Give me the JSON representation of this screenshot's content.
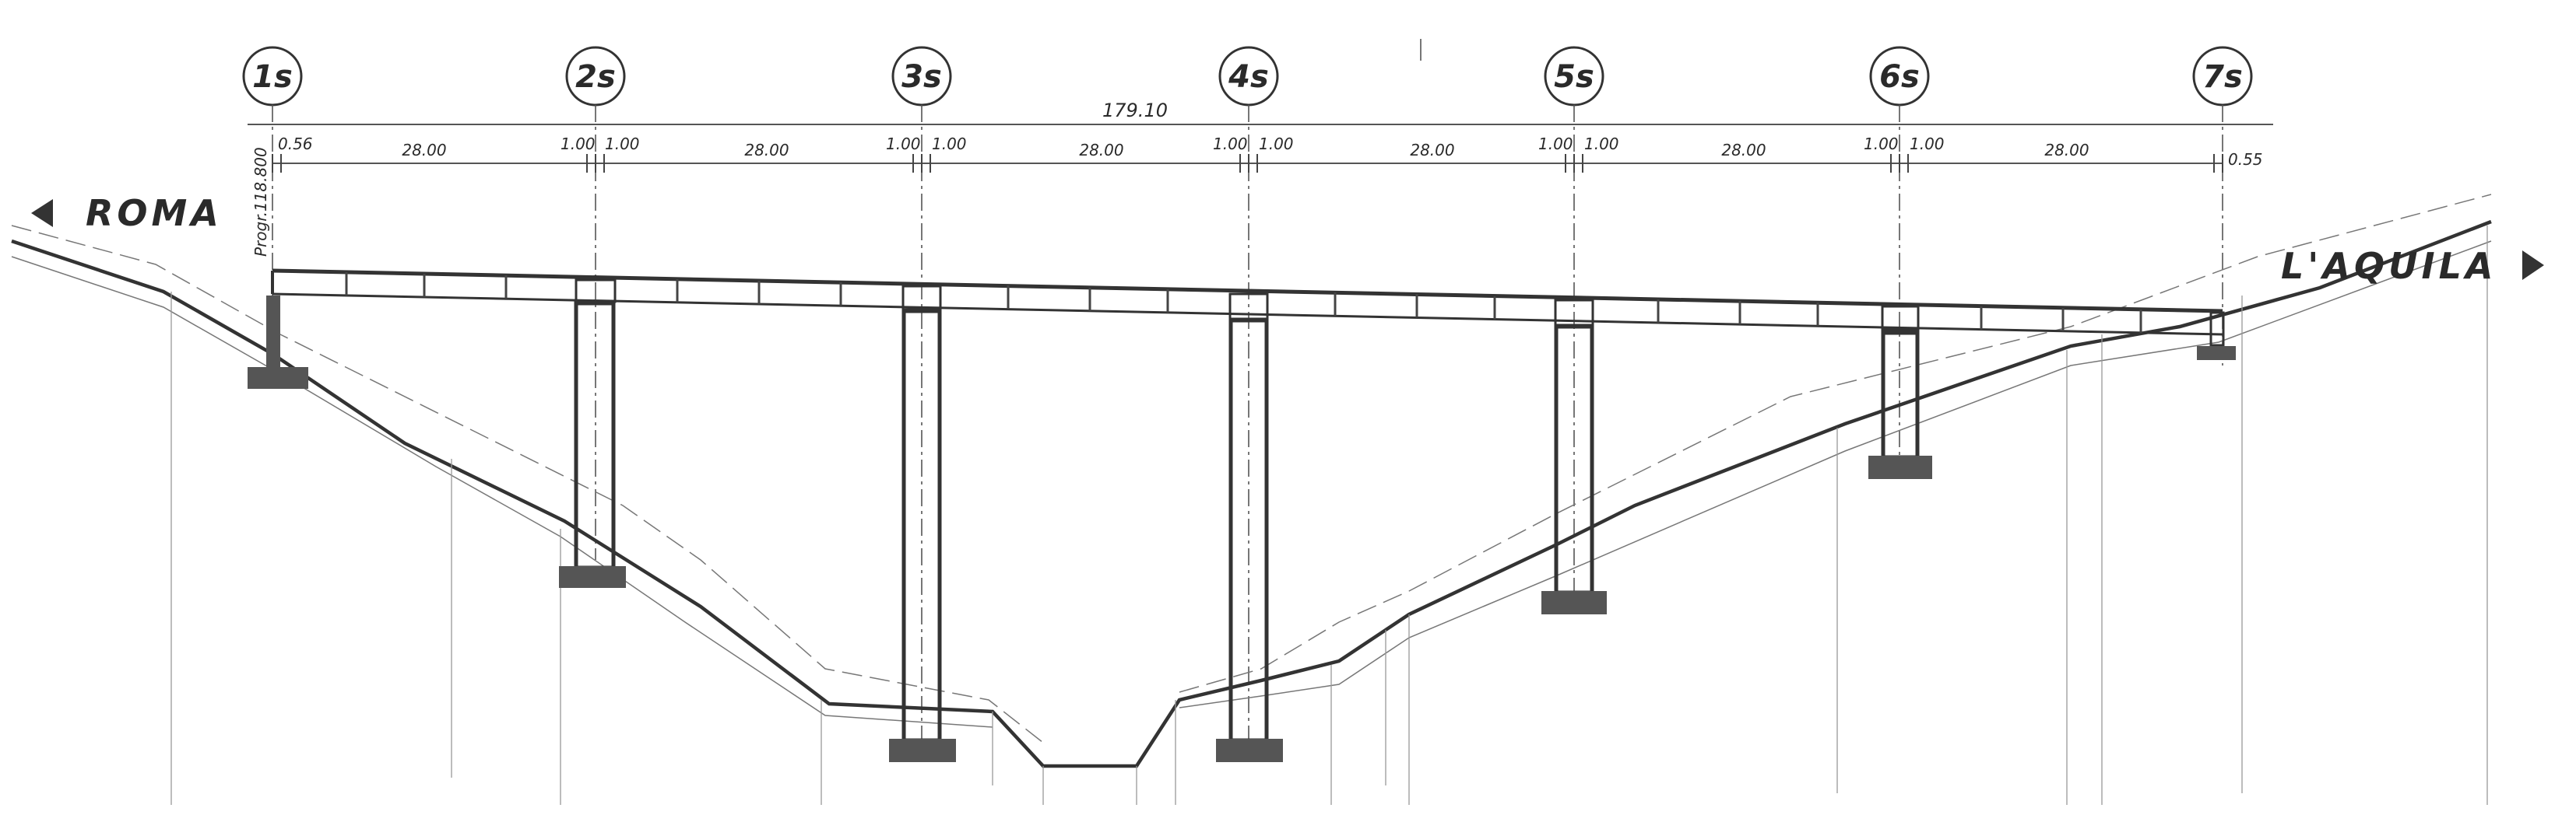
{
  "drawing": {
    "total_length": "179.10",
    "span_label": "28.00",
    "pier_offset": "1.00",
    "end_offset": "0.56",
    "end_offset_right": "0.55",
    "progressive": "Progr.118.800",
    "left_place": "ROMA",
    "right_place": "L'AQUILA",
    "axes": [
      "1s",
      "2s",
      "3s",
      "4s",
      "5s",
      "6s",
      "7s"
    ],
    "colors": {
      "ink": "#333333",
      "solid": "#555555",
      "paper": "#ffffff"
    }
  }
}
